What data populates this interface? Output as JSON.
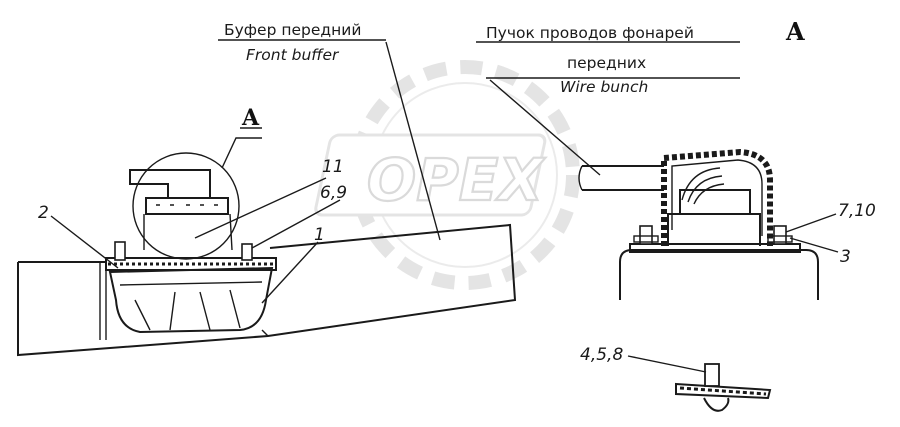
{
  "labels": {
    "front_buffer_ru": "Буфер передний",
    "front_buffer_en": "Front buffer",
    "wire_bunch_ru_1": "Пучок проводов фонарей",
    "wire_bunch_ru_2": "передних",
    "wire_bunch_en": "Wire bunch",
    "view_a_top": "A",
    "view_a_callout": "A",
    "p11": "11",
    "p69": "6,9",
    "p2": "2",
    "p1": "1",
    "p710": "7,10",
    "p3": "3",
    "p458": "4,5,8"
  },
  "watermark": {
    "text": "OPEX"
  },
  "colors": {
    "ink": "#1a1a1a",
    "watermark": "#d8d8d8"
  }
}
